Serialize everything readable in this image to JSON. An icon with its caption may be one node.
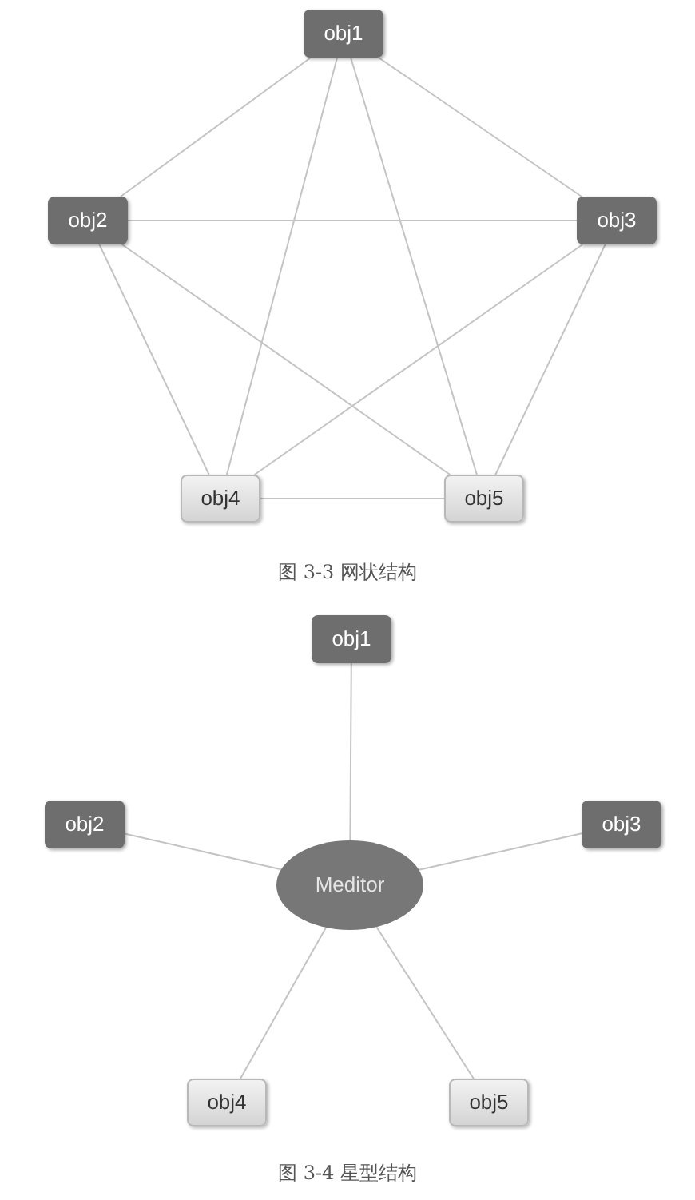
{
  "diagram": {
    "nodes": [
      {
        "text": [
          "obj1"
        ]
      },
      {
        "text": [
          "obj2"
        ]
      },
      {
        "text": [
          "obj3"
        ]
      },
      {
        "text": [
          "obj4"
        ]
      },
      {
        "text": [
          "obj5"
        ]
      },
      {
        "text": [
          "obj1"
        ]
      },
      {
        "text": [
          "obj2"
        ]
      },
      {
        "text": [
          "obj3"
        ]
      },
      {
        "text": [
          "obj4"
        ]
      },
      {
        "text": [
          "obj5"
        ]
      },
      {
        "text": [
          "Meditor"
        ]
      }
    ],
    "edges": [
      {
        "from": 0,
        "to": 1,
        "arrow": "none"
      },
      {
        "from": 0,
        "to": 2,
        "arrow": "none"
      },
      {
        "from": 0,
        "to": 3,
        "arrow": "none"
      },
      {
        "from": 0,
        "to": 4,
        "arrow": "none"
      },
      {
        "from": 1,
        "to": 2,
        "arrow": "none"
      },
      {
        "from": 1,
        "to": 3,
        "arrow": "none"
      },
      {
        "from": 1,
        "to": 4,
        "arrow": "none"
      },
      {
        "from": 2,
        "to": 3,
        "arrow": "none"
      },
      {
        "from": 2,
        "to": 4,
        "arrow": "none"
      },
      {
        "from": 3,
        "to": 4,
        "arrow": "none"
      },
      {
        "from": 5,
        "to": 10,
        "arrow": "none"
      },
      {
        "from": 6,
        "to": 10,
        "arrow": "none"
      },
      {
        "from": 7,
        "to": 10,
        "arrow": "none"
      },
      {
        "from": 8,
        "to": 10,
        "arrow": "none"
      },
      {
        "from": 9,
        "to": 10,
        "arrow": "none"
      }
    ],
    "labels": [
      "图 3-3 网状结构",
      "图 3-4 星型结构"
    ]
  }
}
